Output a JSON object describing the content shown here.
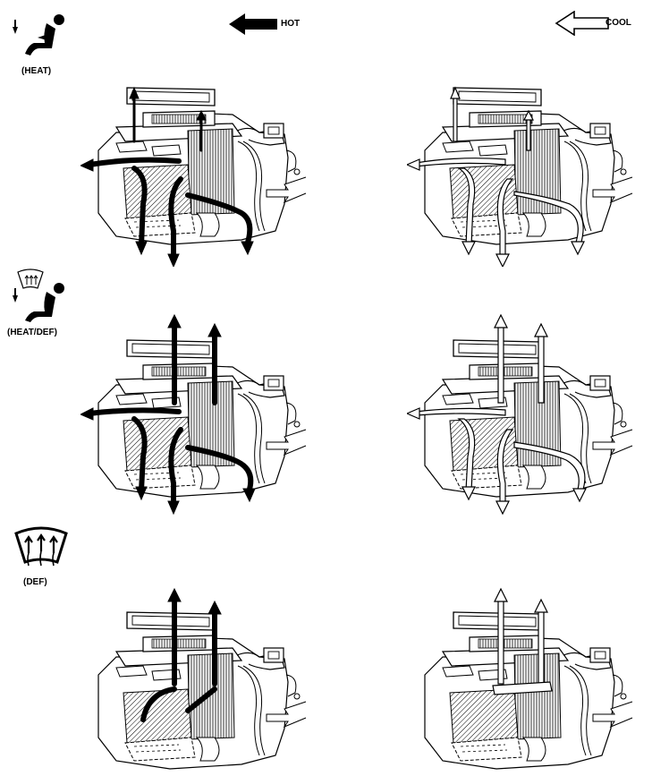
{
  "legend": {
    "hot_label": "HOT",
    "cool_label": "COOL"
  },
  "modes": [
    {
      "label": "(HEAT)",
      "icon": "seat-foot-icon"
    },
    {
      "label": "(HEAT/DEF)",
      "icon": "seat-foot-defrost-icon"
    },
    {
      "label": "(DEF)",
      "icon": "windshield-defrost-icon"
    }
  ],
  "colors": {
    "hot_flow": "#000000",
    "cool_flow": "#ffffff",
    "line": "#000000"
  }
}
